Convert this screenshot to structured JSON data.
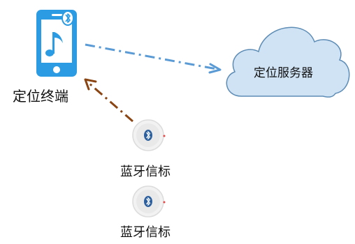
{
  "diagram": {
    "terminal": {
      "label": "定位终端",
      "icon": "smartphone-music-icon"
    },
    "server": {
      "label": "定位服务器",
      "icon": "cloud-icon"
    },
    "beacons": [
      {
        "label": "蓝牙信标",
        "icon": "bluetooth-beacon-icon"
      },
      {
        "label": "蓝牙信标",
        "icon": "bluetooth-beacon-icon"
      }
    ],
    "colors": {
      "phone": "#2B9BE3",
      "cloud_fill": "#CFE3F5",
      "cloud_stroke": "#5D8CB5",
      "terminal_to_server_arrow": "#5B9BD5",
      "beacon_to_terminal_arrow": "#8B4513"
    }
  }
}
